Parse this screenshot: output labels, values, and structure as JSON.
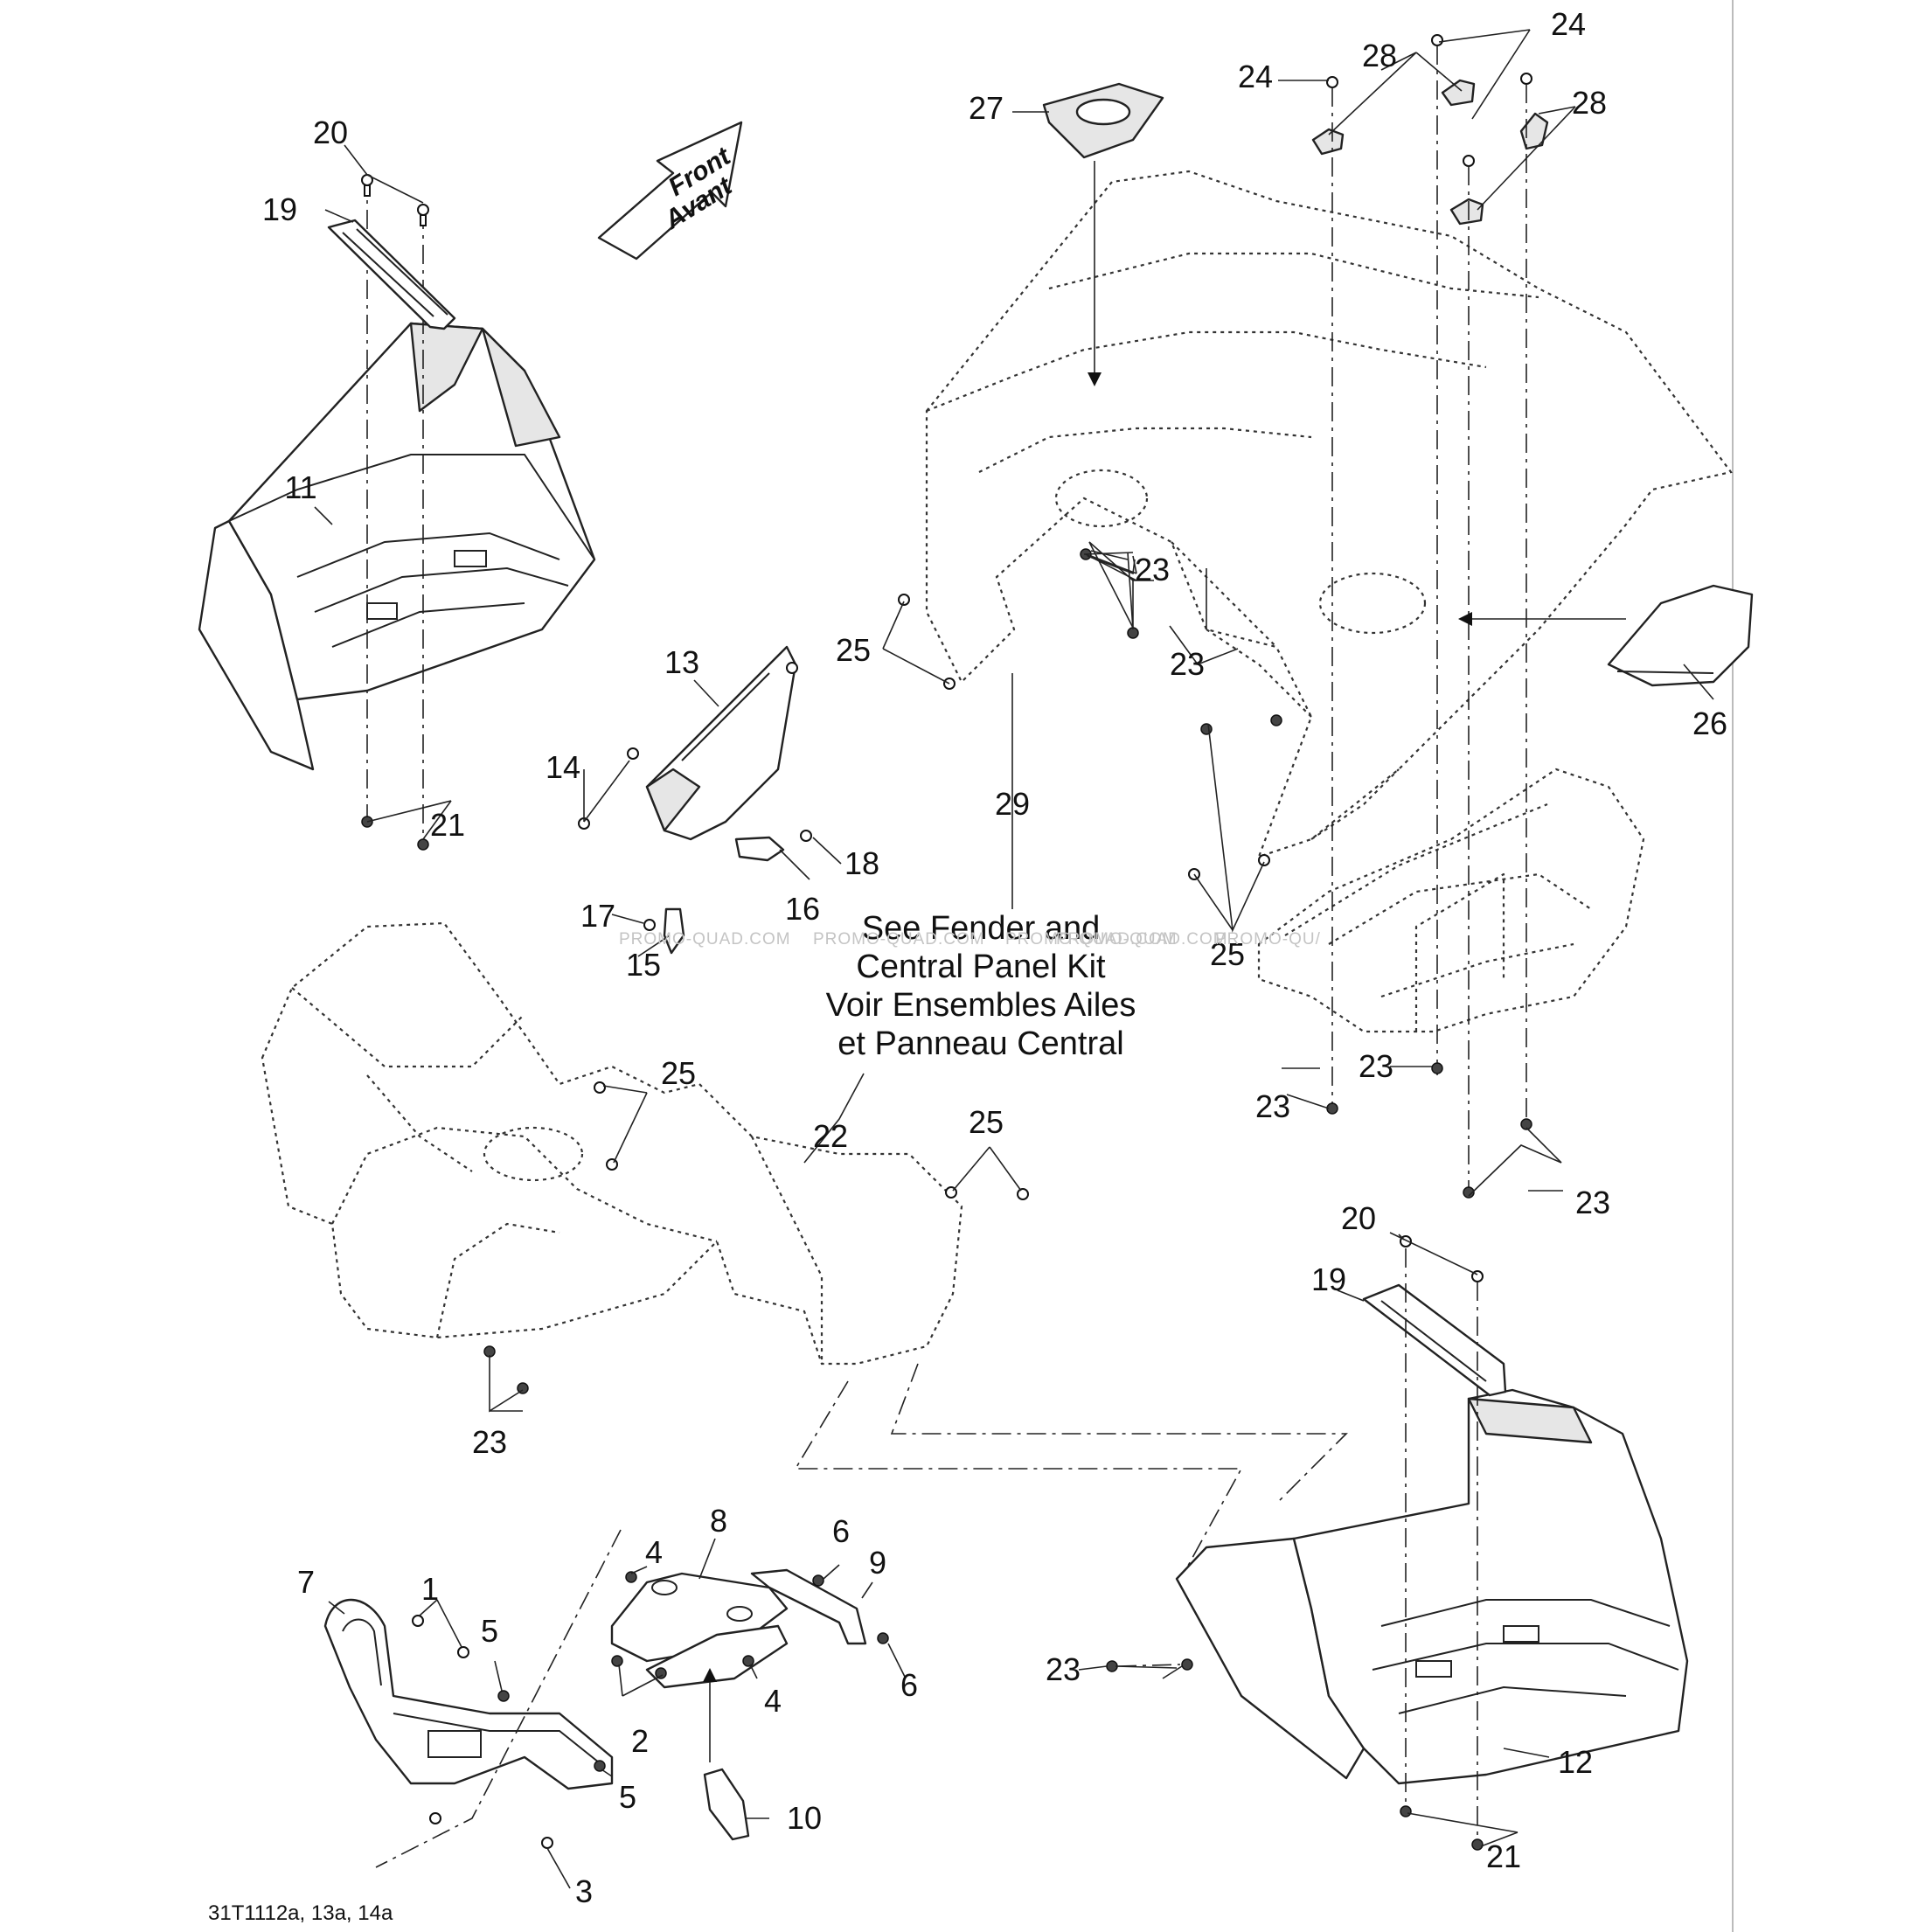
{
  "callouts": [
    {
      "id": "c1",
      "text": "1"
    },
    {
      "id": "c2",
      "text": "2"
    },
    {
      "id": "c3",
      "text": "3"
    },
    {
      "id": "c4a",
      "text": "4"
    },
    {
      "id": "c4b",
      "text": "4"
    },
    {
      "id": "c5a",
      "text": "5"
    },
    {
      "id": "c5b",
      "text": "5"
    },
    {
      "id": "c6a",
      "text": "6"
    },
    {
      "id": "c6b",
      "text": "6"
    },
    {
      "id": "c7",
      "text": "7"
    },
    {
      "id": "c8",
      "text": "8"
    },
    {
      "id": "c9",
      "text": "9"
    },
    {
      "id": "c10",
      "text": "10"
    },
    {
      "id": "c11",
      "text": "11"
    },
    {
      "id": "c12",
      "text": "12"
    },
    {
      "id": "c13",
      "text": "13"
    },
    {
      "id": "c14",
      "text": "14"
    },
    {
      "id": "c15",
      "text": "15"
    },
    {
      "id": "c16",
      "text": "16"
    },
    {
      "id": "c17",
      "text": "17"
    },
    {
      "id": "c18",
      "text": "18"
    },
    {
      "id": "c19a",
      "text": "19"
    },
    {
      "id": "c19b",
      "text": "19"
    },
    {
      "id": "c20a",
      "text": "20"
    },
    {
      "id": "c20b",
      "text": "20"
    },
    {
      "id": "c21a",
      "text": "21"
    },
    {
      "id": "c21b",
      "text": "21"
    },
    {
      "id": "c22",
      "text": "22"
    },
    {
      "id": "c23a",
      "text": "23"
    },
    {
      "id": "c23b",
      "text": "23"
    },
    {
      "id": "c23c",
      "text": "23"
    },
    {
      "id": "c23d",
      "text": "23"
    },
    {
      "id": "c23e",
      "text": "23"
    },
    {
      "id": "c23f",
      "text": "23"
    },
    {
      "id": "c23g",
      "text": "23"
    },
    {
      "id": "c24a",
      "text": "24"
    },
    {
      "id": "c24b",
      "text": "24"
    },
    {
      "id": "c25a",
      "text": "25"
    },
    {
      "id": "c25b",
      "text": "25"
    },
    {
      "id": "c25c",
      "text": "25"
    },
    {
      "id": "c25d",
      "text": "25"
    },
    {
      "id": "c26",
      "text": "26"
    },
    {
      "id": "c27",
      "text": "27"
    },
    {
      "id": "c28a",
      "text": "28"
    },
    {
      "id": "c28b",
      "text": "28"
    },
    {
      "id": "c29",
      "text": "29"
    }
  ],
  "note": {
    "english_line1": "See Fender and",
    "english_line2": "Central Panel Kit",
    "french_line1": "Voir Ensembles Ailes",
    "french_line2": "et Panneau Central"
  },
  "direction_arrow": {
    "line1": "Front",
    "line2": "Avant"
  },
  "watermark": [
    "PROMO-QUAD.COM",
    "PROMO-QUAD.COM",
    "PROMO-QUAD.COM",
    "PROMO-QUAD.COM",
    "PROMO-QU/"
  ],
  "diagram_code": "31T1112a, 13a, 14a"
}
